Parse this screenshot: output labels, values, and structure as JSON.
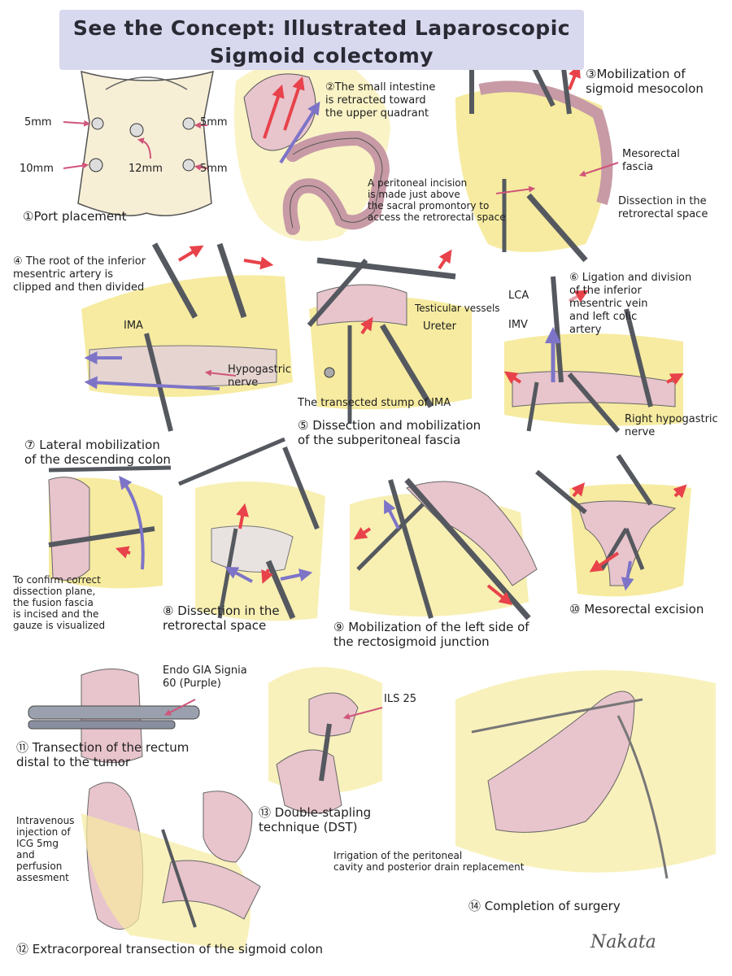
{
  "title": {
    "line1": "See the Concept: Illustrated Laparoscopic",
    "line2": "Sigmoid colectomy"
  },
  "steps": {
    "s1": "①Port placement",
    "s2": "②The small intestine\nis retracted toward\nthe upper quadrant",
    "s3": "③Mobilization of\nsigmoid mesocolon",
    "s4": "④ The root of the inferior\nmesentric artery is\nclipped and then divided",
    "s5": "⑤ Dissection and mobilization\nof the subperitoneal fascia",
    "s6": "⑥ Ligation and division\nof the inferior\nmesentric vein\nand left colic\nartery",
    "s7": "⑦ Lateral mobilization\nof the descending colon",
    "s8": "⑧ Dissection in the\nretrorectal space",
    "s9": "⑨ Mobilization of the left side of\nthe rectosigmoid junction",
    "s10": "⑩ Mesorectal excision",
    "s11": "⑪ Transection of the rectum\ndistal to the tumor",
    "s12": "⑫ Extracorporeal transection of the sigmoid colon",
    "s13": "⑬ Double-stapling\ntechnique (DST)",
    "s14": "⑭ Completion of surgery"
  },
  "labels": {
    "port_5mm_left": "5mm",
    "port_10mm": "10mm",
    "port_12mm": "12mm",
    "port_5mm_right_top": "5mm",
    "port_5mm_right_bottom": "5mm",
    "mesorectal_fascia": "Mesorectal\nfascia",
    "peritoneal_incision": "A peritoneal incision\nis made just above\nthe sacral promontory to\naccess the retrorectal space",
    "dissection_retrorectal": "Dissection in the\nretrorectal space",
    "ima": "IMA",
    "hypogastric_nerve": "Hypogastric\nnerve",
    "testicular_vessels": "Testicular vessels",
    "ureter": "Ureter",
    "transected_stump": "The transected stump of IMA",
    "lca": "LCA",
    "imv": "IMV",
    "right_hypogastric": "Right hypogastric\nnerve",
    "fusion_fascia_note": "To confirm correct\ndissection plane,\nthe fusion fascia\nis incised and the\ngauze is visualized",
    "endo_gia": "Endo GIA Signia\n60 (Purple)",
    "ils25": "ILS 25",
    "icg_note": "Intravenous\ninjection of\nICG 5mg\nand\nperfusion\nassesment",
    "irrigation_note": "Irrigation of the peritoneal\ncavity and posterior drain replacement"
  },
  "signature": "Nakata",
  "colors": {
    "title_bg": "#d8d8ee",
    "tissue_pink": "#e8c4cc",
    "fat_yellow": "#f6eba0",
    "instrument_gray": "#55595f",
    "arrow_red": "#e8424a",
    "arrow_purple": "#7d74c8"
  }
}
